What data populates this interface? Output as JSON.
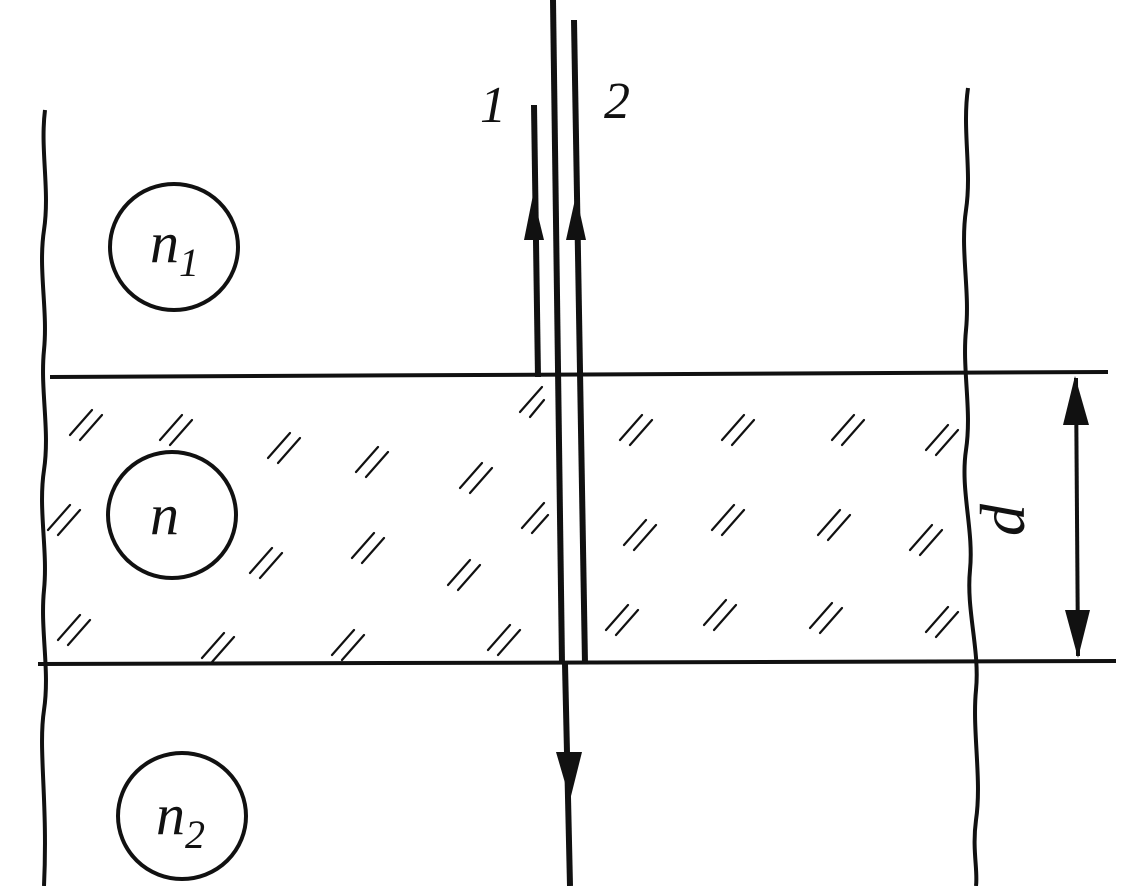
{
  "diagram": {
    "media": [
      {
        "id": "upper",
        "label": "n",
        "sub": "1"
      },
      {
        "id": "film",
        "label": "n",
        "sub": ""
      },
      {
        "id": "lower",
        "label": "n",
        "sub": "2"
      }
    ],
    "rays": {
      "ray1_label": "1",
      "ray2_label": "2"
    },
    "thickness_label": "d"
  }
}
